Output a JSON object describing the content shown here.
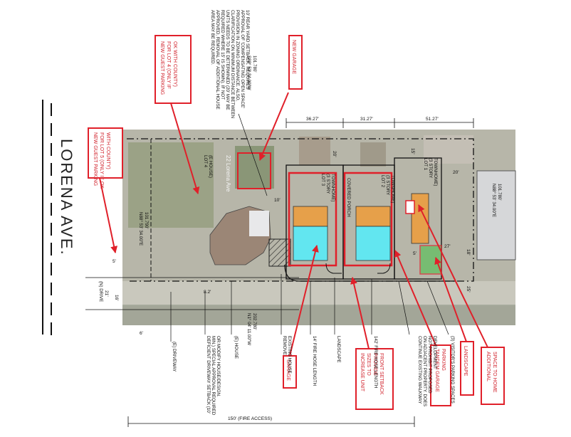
{
  "street": {
    "name": "LORENA AVE."
  },
  "callouts": {
    "new_garage": "NEW GARAGE",
    "guest_parking_lot4": [
      "NEW GUEST PARKING",
      "FOR LOT 4 (ONLY IF",
      "OK WITH COUNTY)"
    ],
    "guest_parking_lot5": [
      "NEW GUEST PARKING",
      "FOR LOT 5 (ONLY IF OK",
      "WITH COUNTY)"
    ],
    "garage": "GARAGE",
    "increase_units": [
      "INCREASE UNIT",
      "SIZES TO",
      "PROVIDE",
      "FRONT SETBACK"
    ],
    "tandem_garage": [
      "TANDEM GARAGE",
      "PARKING"
    ],
    "landscape": "LANDSCAPE",
    "additional_space": [
      "ADDITIONAL",
      "SPACE TO HOME"
    ]
  },
  "notes": {
    "rear_setback": [
      "10' REAR YARD SETBACK. REQUIRES",
      "APPROVAL OF 'COMPENSATING OPEN SPACE'",
      "PROVISION IN ZONING ORDINANCE. ALSO,",
      "CLARIFICATION ON MINIMUM DISTANCE BETWEEN",
      "UNITS NEEDS TO BE DETERMINED (20' MAY BE",
      "REQUIRED WHERE 15' IS SHOWN). IF NOT",
      "APPROVED, REMOVAL OF ADDITIONAL HOUSE",
      "AREA MAY BE REQUIRED."
    ],
    "lot4": [
      "LOT 4",
      "(E HOUSE)"
    ],
    "lot3": [
      "LOT 3",
      "(3 STORY",
      "TOWNHOME)"
    ],
    "lot2": [
      "LOT 2",
      "(3 STORY",
      "TOWNHOME)"
    ],
    "lot1": [
      "LOT 1",
      "(3 STORY",
      "TOWNHOME)"
    ],
    "covered_porch": "COVERED PORCH",
    "address": "22 Lorena Ave",
    "bearing_north": [
      "S88° 53' 34.00\"W",
      "101.780'"
    ],
    "bearing_east": [
      "N88° 53' 34.00\"E",
      "101.780'"
    ],
    "bearing_west": [
      "N88° 53' 34.00\"E",
      "101.790'"
    ],
    "bearing_south": [
      "N1° 04' 11.00\"W",
      "202.780'"
    ],
    "driveway": "(E) DRIVEWAY",
    "deficient": [
      "DEFICIENT DRIVEWAY SETBACK (10'",
      "MIN.) SPECIAL APPROVAL REQUIRED",
      "OR MODIFY HOUSE/DESIGN."
    ],
    "house": "(E) HOUSE",
    "remove_house": [
      "REMOVE",
      "EXISTING HOUSE"
    ],
    "fire_hose_14": "14' FIRE HOSE LENGTH",
    "landscape_note": "LANDSCAPE",
    "fire_hose_142": "142' FIRE HOSE LENGTH",
    "continue_walkway": [
      "CONTINUE EXISTING WALKWAY",
      "ON ADJACENT PROPERTY. DOES",
      "NOT PROHIBIT PROPOSED",
      "DEVELOPMENT"
    ],
    "visitor_parking": "(3) VISITOR'S PARKING SPACES",
    "fire_access": "150' (FIRE ACCESS)",
    "n_drive": "(N) DRIVE"
  },
  "dimensions": {
    "d1": "36.27'",
    "d2": "31.27'",
    "d3": "51.27'",
    "d20a": "20'",
    "d15": "15'",
    "d20b": "20'",
    "d10": "10'",
    "d5": "5'",
    "d6": "6'",
    "d21": "21'",
    "d16": "16'",
    "d82": "8.2'",
    "d27": "27'",
    "d18": "18'",
    "d25": "25'",
    "d5b": "5'"
  }
}
